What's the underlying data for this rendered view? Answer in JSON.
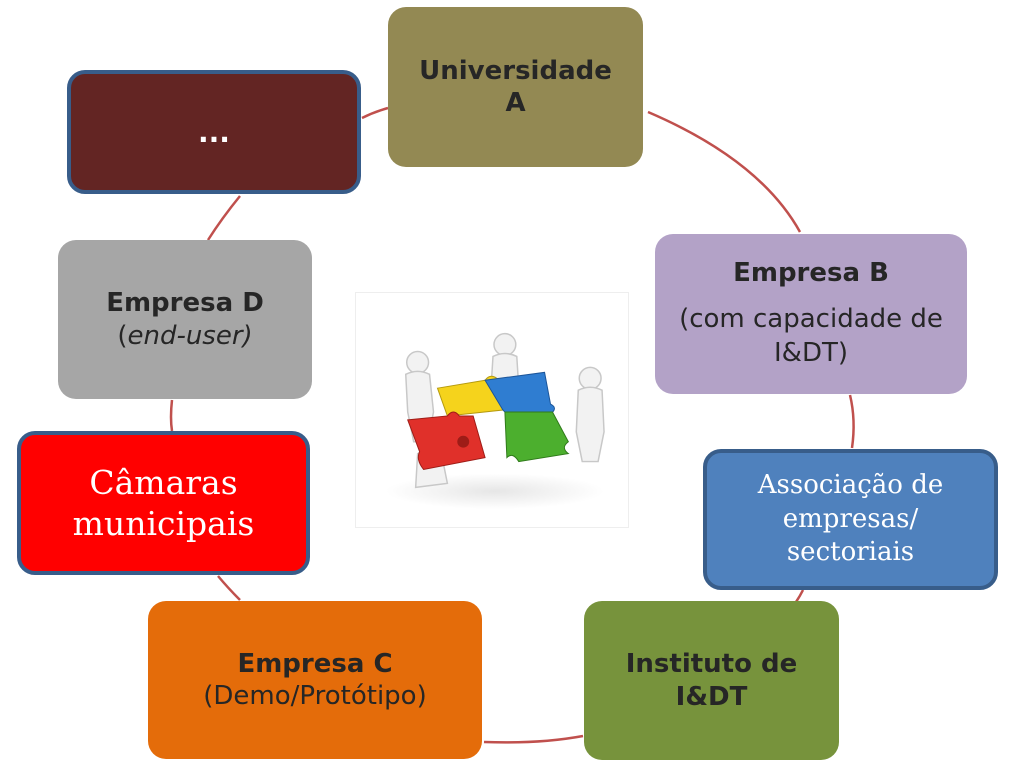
{
  "diagram": {
    "connector_color": "#c0504d",
    "nodes": [
      {
        "key": "uni",
        "title": "Universidade",
        "title2": "A",
        "color": "#938953"
      },
      {
        "key": "dots",
        "label": "...",
        "color": "#632523"
      },
      {
        "key": "b",
        "title": "Empresa B",
        "sub": "(com capacidade de",
        "sub2": "I&DT)",
        "color": "#b3a2c7"
      },
      {
        "key": "d",
        "title": "Empresa D",
        "sub_pre": "(",
        "sub_italic": "end-user)",
        "color": "#a6a6a6"
      },
      {
        "key": "cam",
        "line1": "Câmaras",
        "line2": "municipais",
        "color": "#ff0000"
      },
      {
        "key": "assoc",
        "line1": "Associação de",
        "line2": "empresas/",
        "line3": "sectoriais",
        "color": "#4f81bd"
      },
      {
        "key": "c",
        "title": "Empresa C",
        "sub": "(Demo/Protótipo)",
        "color": "#e46c0a"
      },
      {
        "key": "inst",
        "title": "Instituto de",
        "title2": "I&DT",
        "color": "#77933c"
      }
    ],
    "center_image": "puzzle-teamwork-icon"
  }
}
